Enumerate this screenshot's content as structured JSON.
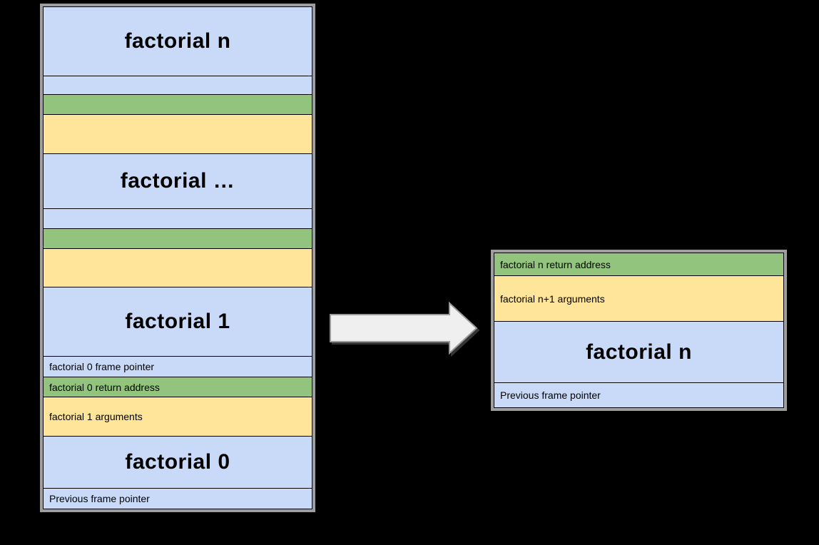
{
  "canvas": {
    "background": "#000000"
  },
  "colors": {
    "frame_blue": "#c9daf8",
    "return_address_green": "#93c47d",
    "arguments_yellow": "#ffe599",
    "stack_outline_gray": "#9e9e9e",
    "cell_border_black": "#000000",
    "arrow_fill": "#efefef",
    "arrow_outline": "#999999"
  },
  "left_stack": {
    "rows": [
      {
        "kind": "frame",
        "label": "factorial n"
      },
      {
        "kind": "frame-pointer",
        "label": ""
      },
      {
        "kind": "return-address",
        "label": ""
      },
      {
        "kind": "arguments",
        "label": ""
      },
      {
        "kind": "frame",
        "label": "factorial …"
      },
      {
        "kind": "frame-pointer",
        "label": ""
      },
      {
        "kind": "return-address",
        "label": ""
      },
      {
        "kind": "arguments",
        "label": ""
      },
      {
        "kind": "frame",
        "label": "factorial 1"
      },
      {
        "kind": "frame-pointer",
        "label": "factorial 0 frame pointer"
      },
      {
        "kind": "return-address",
        "label": "factorial 0 return address"
      },
      {
        "kind": "arguments",
        "label": "factorial 1 arguments"
      },
      {
        "kind": "frame",
        "label": "factorial 0"
      },
      {
        "kind": "frame-pointer",
        "label": "Previous frame pointer"
      }
    ]
  },
  "right_stack": {
    "rows": [
      {
        "kind": "return-address",
        "label": "factorial n return address"
      },
      {
        "kind": "arguments",
        "label": "factorial n+1 arguments"
      },
      {
        "kind": "frame",
        "label": "factorial n"
      },
      {
        "kind": "frame-pointer",
        "label": "Previous frame pointer"
      }
    ]
  },
  "arrow": {
    "direction": "right"
  }
}
